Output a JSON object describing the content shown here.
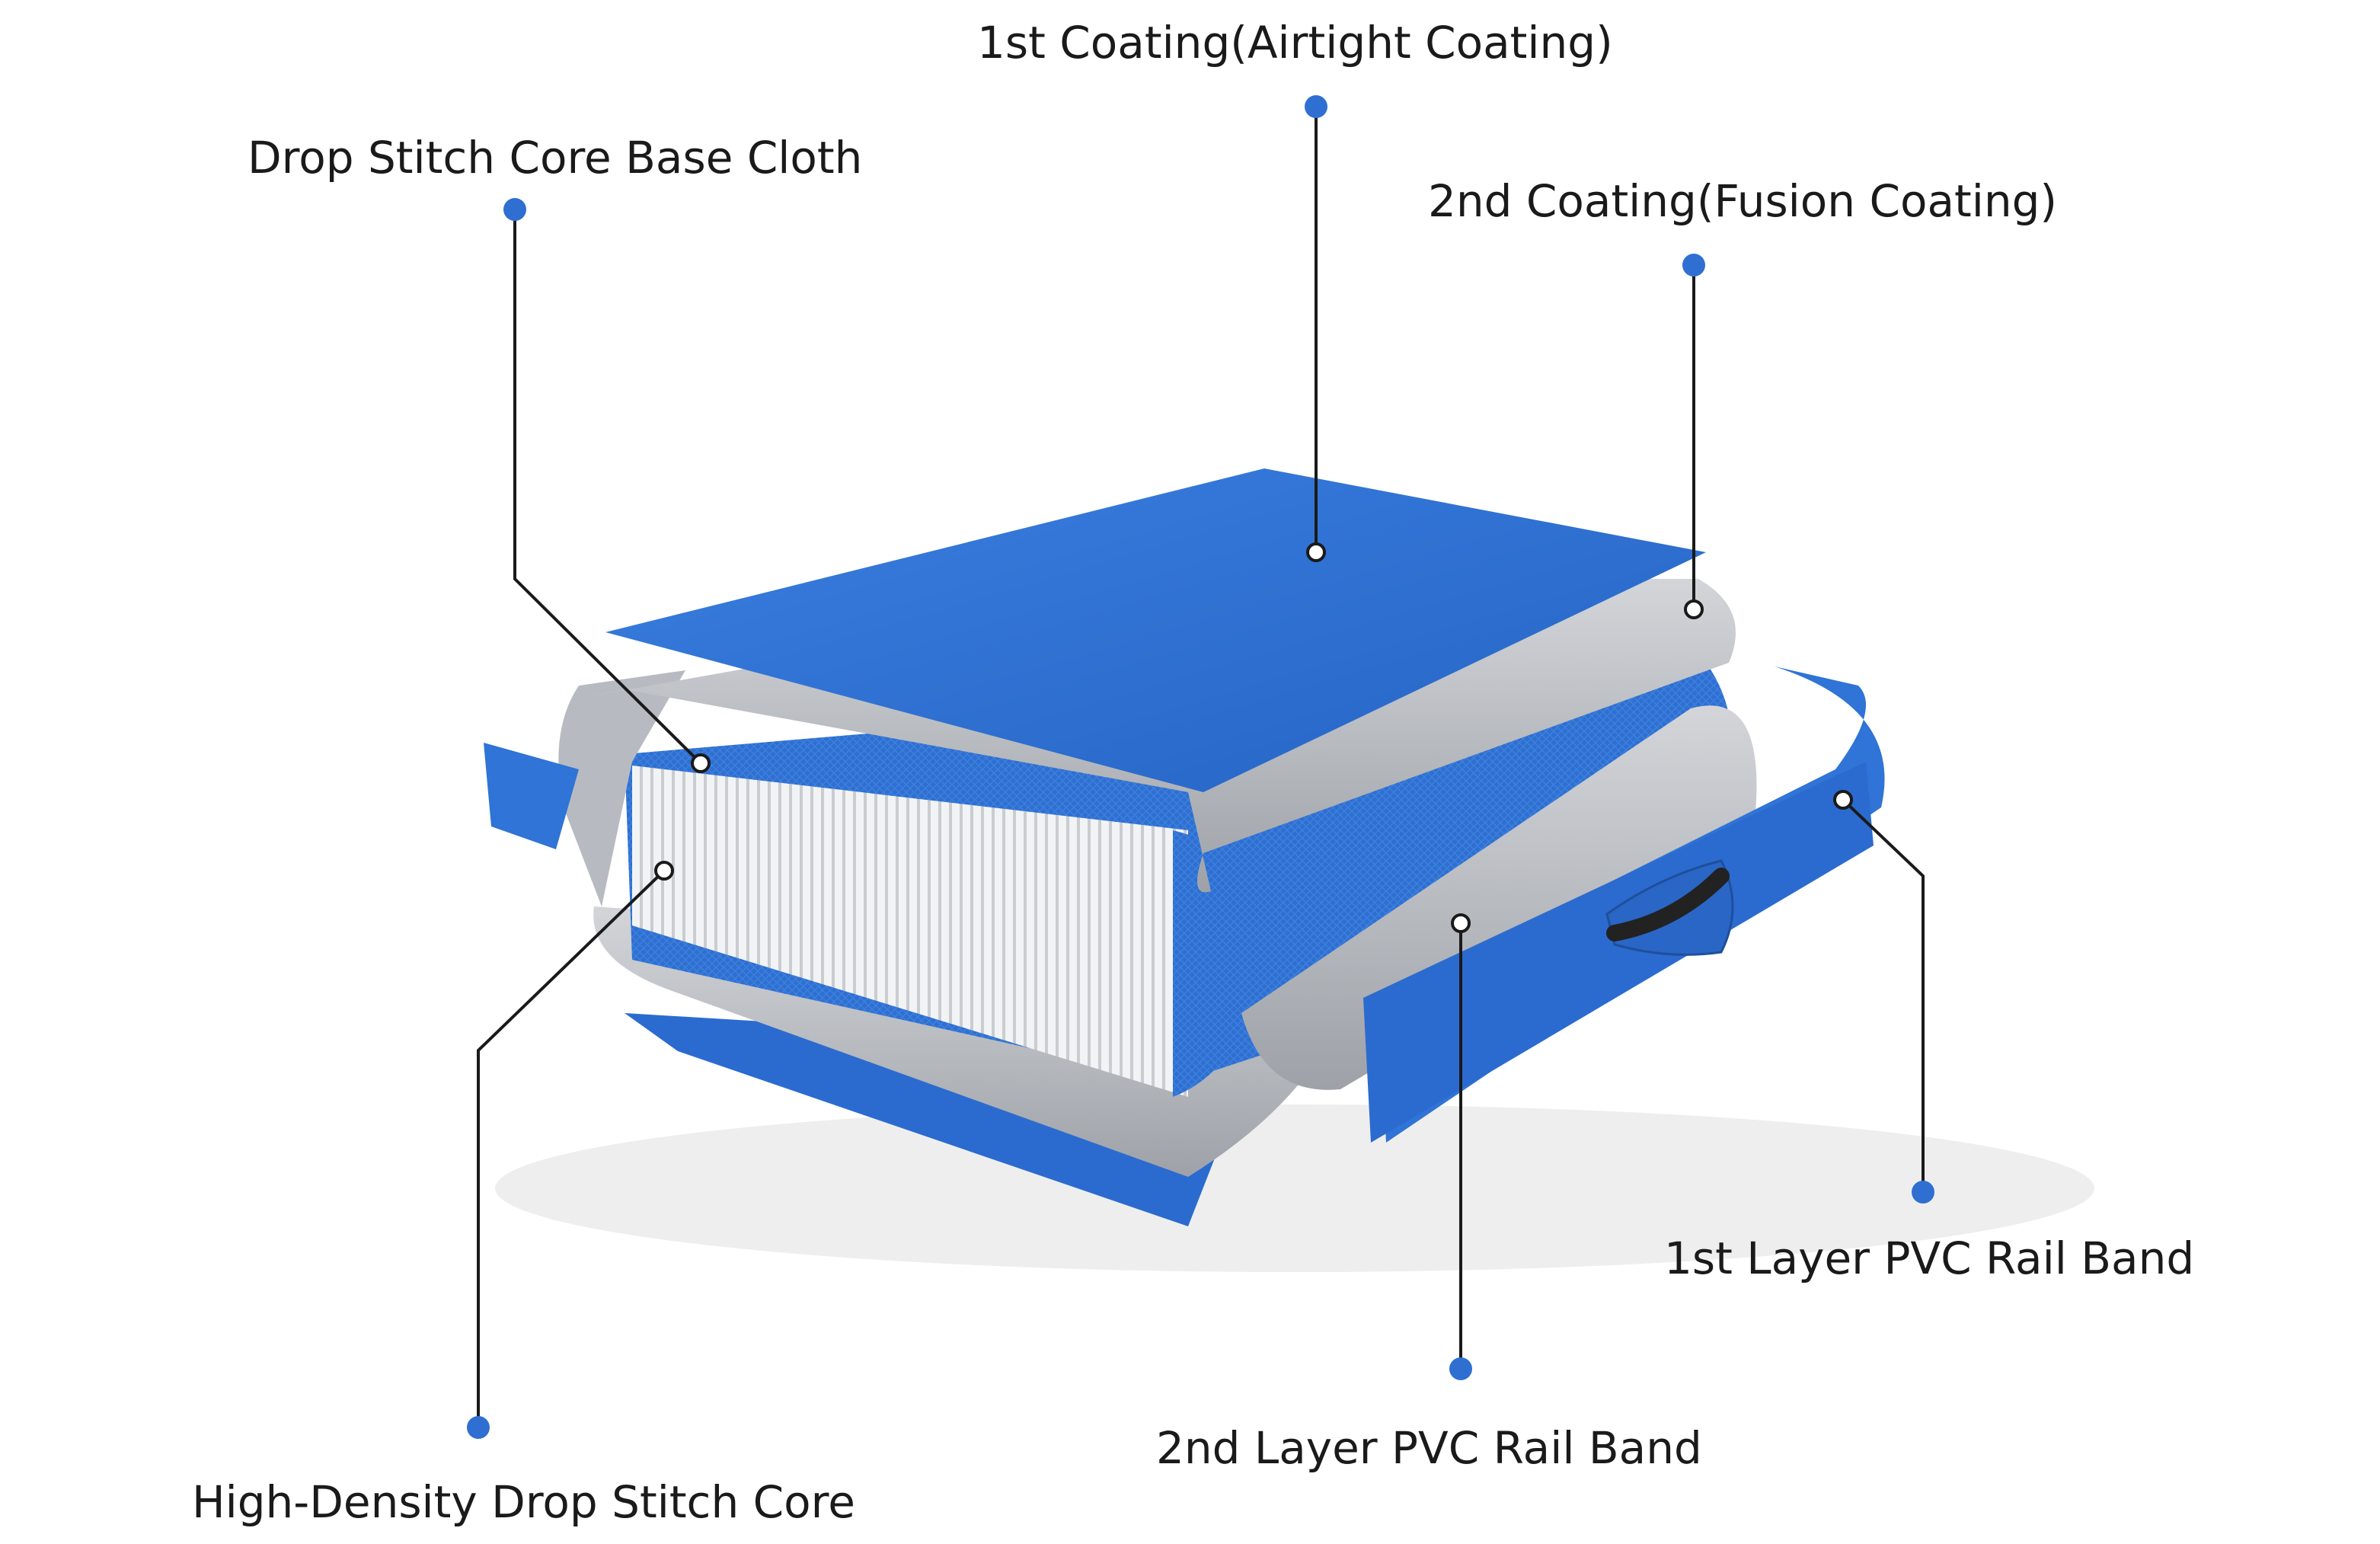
{
  "labels": {
    "airtight_coating": "1st Coating(Airtight Coating)",
    "base_cloth": "Drop Stitch Core Base Cloth",
    "fusion_coating": "2nd Coating(Fusion Coating)",
    "rail_band_1": "1st Layer PVC Rail Band",
    "rail_band_2": "2nd Layer PVC Rail Band",
    "drop_stitch_core": "High-Density Drop Stitch Core"
  },
  "colors": {
    "pvc_blue": "#2f74d6",
    "pvc_blue_dark": "#1f5fb8",
    "coating_gray": "#b9bcc1",
    "core_white": "#eef0f2",
    "leader_line": "#1a1a1a",
    "marker_dot": "#2f6fd1"
  }
}
